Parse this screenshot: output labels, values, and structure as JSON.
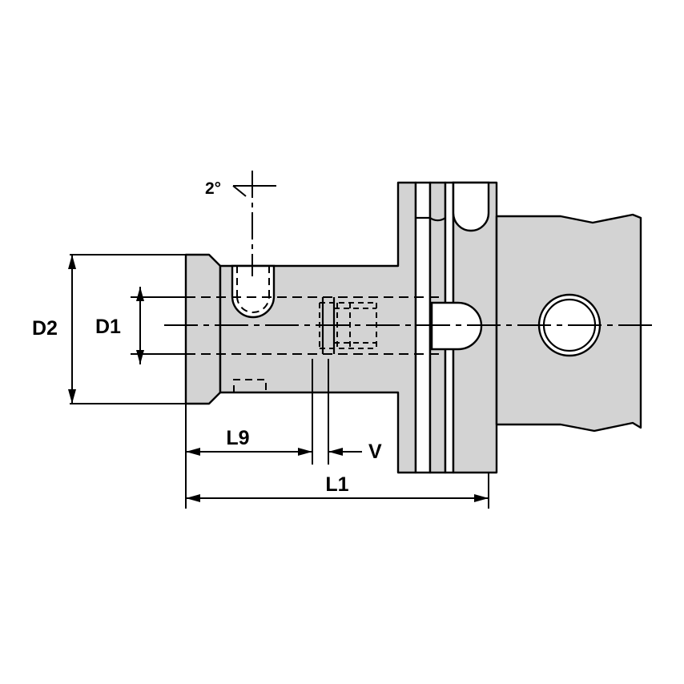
{
  "diagram": {
    "title": "Technical drawing of HSK tool holder / toolholder adapter",
    "view": "side section view",
    "fill_color": "#d3d3d3",
    "line_color": "#000000",
    "background": "#ffffff",
    "labels": {
      "angle": "2°",
      "d2": "D2",
      "d1": "D1",
      "l9": "L9",
      "v": "V",
      "l1": "L1"
    },
    "dimension_lines": [
      {
        "name": "D2",
        "orientation": "vertical",
        "label": "D2"
      },
      {
        "name": "D1",
        "orientation": "vertical",
        "label": "D1"
      },
      {
        "name": "L9",
        "orientation": "horizontal",
        "label": "L9"
      },
      {
        "name": "V",
        "orientation": "horizontal",
        "label": "V"
      },
      {
        "name": "L1",
        "orientation": "horizontal",
        "label": "L1"
      }
    ],
    "annotations": [
      {
        "name": "taper-angle",
        "label": "2°",
        "leader": "vertical tick at top of coolant bore"
      }
    ]
  }
}
